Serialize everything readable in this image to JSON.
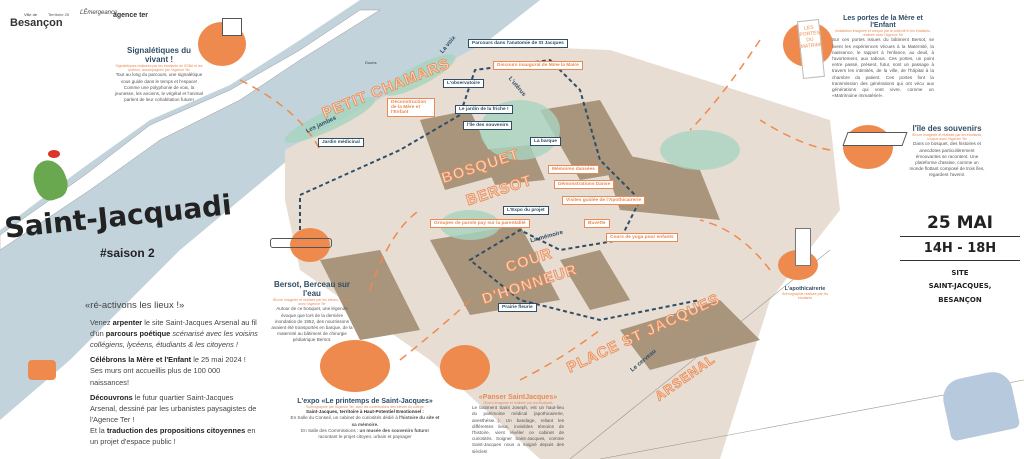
{
  "logos": {
    "besancon_small": "Ville de",
    "besancon": "Besançon",
    "territoire": "Territoire 25",
    "lesmoments": "ĽĒmergeance",
    "agence": "agence ter"
  },
  "title": "Saint-Jacquadi",
  "season": "#saison 2",
  "intro": {
    "heading": "«ré-activons les lieux !»",
    "p1_a": "Venez ",
    "p1_b": "arpenter",
    "p1_c": " le site Saint-Jacques Arsenal au fil d'un ",
    "p1_d": "parcours poétique",
    "p1_e": " scénarisé avec les voisins collégiens, lycéens, étudiants & les citoyens !",
    "p2_a": "Célébrons la Mère et l'Enfant",
    "p2_b": " le 25 mai 2024 ! Ses murs ont accueillis plus de 100 000 naissances!",
    "p3_a": "Découvrons",
    "p3_b": " le futur quartier Saint-Jacques Arsenal, dessiné par les urbanistes paysagistes de l'Agence Ter !",
    "p4_a": "Et la ",
    "p4_b": "traduction des propositions citoyennes",
    "p4_c": " en un projet d'espace public !"
  },
  "event": {
    "date": "25 MAI",
    "time": "14H - 18H",
    "site1": "SITE",
    "site2": "SAINT-JACQUES,",
    "site3": "BESANÇON"
  },
  "panels": {
    "signaletiques": {
      "title": "Signalétiques du vivant !",
      "sub": "Signalétiques réalisées par les étudiants de l'ISBA et les lycéens, accompagnés par l'Agence Ter",
      "body": "Tout au long du parcours, une signalétique vous guide dans le temps et l'espace! Comme une polyphonie de voix, la jeunesse, les anciens, le végétal et l'animal parlent de leur cohabitation future!"
    },
    "portes": {
      "title": "Les portes de la Mère et l'Enfant",
      "sub": "Installation imaginée et conçue par le collectif et les étudiants, réalisée avec l'Agence Ter",
      "body": "Sur ces portes issues du bâtiment Bersot, se livent les expériences vécues à la Maternité, la naissance, le rapport à l'enfance, au deuil, à l'avortement, aux tabous. Ces portes, un point entre passé, présent, futur, sont un passage à travers les intimités, de la ville, de l'hôpital à la chambre du patient. Ces portes font la transmission des générations qui ont vécu aux générations qui vont vivre, comme un «Matrimoine immatériel».",
      "door_text": "LES PORTES DU MATRIMOINE"
    },
    "ile": {
      "title": "l'île des souvenirs",
      "sub": "Œuvre imaginée et réalisée par les étudiants, conçue avec l'Agence Ter",
      "body": "Dans ce bosquet, des histoires et anecdotes particulièrement émouvantes se racontent. Une plateforme d'assise, comme un monde flottant composé de trois îles, regardent l'avenir."
    },
    "bersot": {
      "title": "Bersot, Berceau sur l'eau",
      "sub": "Œuvre imaginée et réalisée par les élèves, conçue avec l'Agence Ter",
      "body": "Autour de ce bosquet, une légende évoque que lors de la dernière inondation de 1952, des nourrissons avaient été transportés en barque, de la maternité au bâtiment de chirurgie pédiatrique Bersot."
    },
    "apothicairerie": {
      "title": "L'apothicairerie",
      "sub": "Scénographie réalisée par les étudiants"
    },
    "expo": {
      "title": "L'expo «Le printemps de Saint-Jacques»",
      "sub": "Scénographie par l'Agence Ter, avec les contributions des élèves du collège",
      "l1": "Saint-Jacques, territoire à Haut-Potentiel Emotionnel :",
      "l2a": "En Salle du Conseil, un cabinet de curiosités dédié à ",
      "l2b": "l'histoire du site et sa mémoire.",
      "l3a": "En Salle des Commissions : ",
      "l3b": "un musée des souvenirs futurs!",
      "l4": "racontant le projet citoyen, urbain et paysager"
    },
    "panser": {
      "title": "«Panser SaintJacques»",
      "sub": "Œuvre imaginée et réalisée par les étudiants",
      "body": "Le batiment Saint Joseph, est un haut-lieu du patrimoine médical (apothicairerie, anesthésie...). Un bandage, reliant les différentes lieux, invisibles témoins de l'histoire, vient révéler ce cabinet de curiosités. Soigner Saint-Jacques, comme Saint-Jacques nous a soigné depuis des siècles!"
    }
  },
  "map": {
    "places": {
      "petit_chamars": "PETIT CHAMARS",
      "bosquet": "BOSQUET",
      "bersot": "BERSOT",
      "cour": "COUR",
      "honneur": "D'HONNEUR",
      "place": "PLACE ST JACQUES",
      "arsenal": "ARSENAL",
      "doubs": "Doubs"
    },
    "route": {
      "jambes": "Les jambes",
      "voix": "La voix",
      "uterus": "L'utérus",
      "memoire": "La mémoire",
      "cerveau": "Le cerveau"
    },
    "tags": [
      {
        "t": "Parcours dans l'anatomie de St Jacques",
        "c": "blue"
      },
      {
        "t": "Discours inaugural de Mme la Maire",
        "c": "orange"
      },
      {
        "t": "L'observatoire",
        "c": "blue"
      },
      {
        "t": "Déconstruction de la Mère et l'Enfant",
        "c": "orange"
      },
      {
        "t": "Le jardin de la friche !",
        "c": "blue"
      },
      {
        "t": "l'île des souvenirs",
        "c": "blue"
      },
      {
        "t": "La barque",
        "c": "blue"
      },
      {
        "t": "Jardin médicinal",
        "c": "blue"
      },
      {
        "t": "Mémoires dansées",
        "c": "orange"
      },
      {
        "t": "Démonstrations Danse",
        "c": "orange"
      },
      {
        "t": "Visites guidée de l'Apothicairerie",
        "c": "orange"
      },
      {
        "t": "L'Expo du projet",
        "c": "blue"
      },
      {
        "t": "Groupes de parole pay sur la parentalité",
        "c": "orange"
      },
      {
        "t": "Buvette",
        "c": "orange"
      },
      {
        "t": "Cours de yoga pour enfants",
        "c": "orange"
      },
      {
        "t": "Prairie fleurie",
        "c": "blue"
      }
    ]
  },
  "colors": {
    "orange": "#ef8a4e",
    "navy": "#2f4e66",
    "river": "#c3d3dc",
    "ground": "#e8ddd2",
    "roof": "#a8957c"
  }
}
